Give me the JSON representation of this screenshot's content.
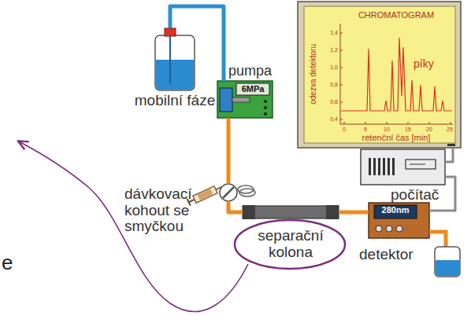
{
  "diagram": {
    "nodes": [
      {
        "text": [
          "CHROMATOGRAM",
          "odezva detektoru",
          "píky",
          "retenční čas [min]"
        ]
      },
      {
        "text": [
          "mobilní fáze"
        ]
      },
      {
        "text": [
          "pumpa",
          "6MPa"
        ]
      },
      {
        "text": [
          "dávkovací kohout se smyčkou"
        ]
      },
      {
        "text": [
          "počítač"
        ]
      },
      {
        "text": [
          "separační kolona"
        ]
      },
      {
        "text": [
          "280nm",
          "detektor"
        ]
      }
    ],
    "edges": [
      {
        "from": 1,
        "to": 2,
        "arrow": "none"
      },
      {
        "from": 2,
        "to": 3,
        "arrow": "none"
      },
      {
        "from": 3,
        "to": 5,
        "arrow": "none"
      },
      {
        "from": 5,
        "to": 6,
        "arrow": "none"
      },
      {
        "from": 4,
        "to": 6,
        "arrow": "none"
      },
      {
        "from": 4,
        "to": 0,
        "arrow": "none"
      }
    ],
    "labels": [
      "1,4",
      "1,2",
      "1,0",
      "0,8",
      "0,6",
      "0,4",
      "0",
      "5",
      "10",
      "15",
      "20",
      "25",
      "e"
    ]
  }
}
